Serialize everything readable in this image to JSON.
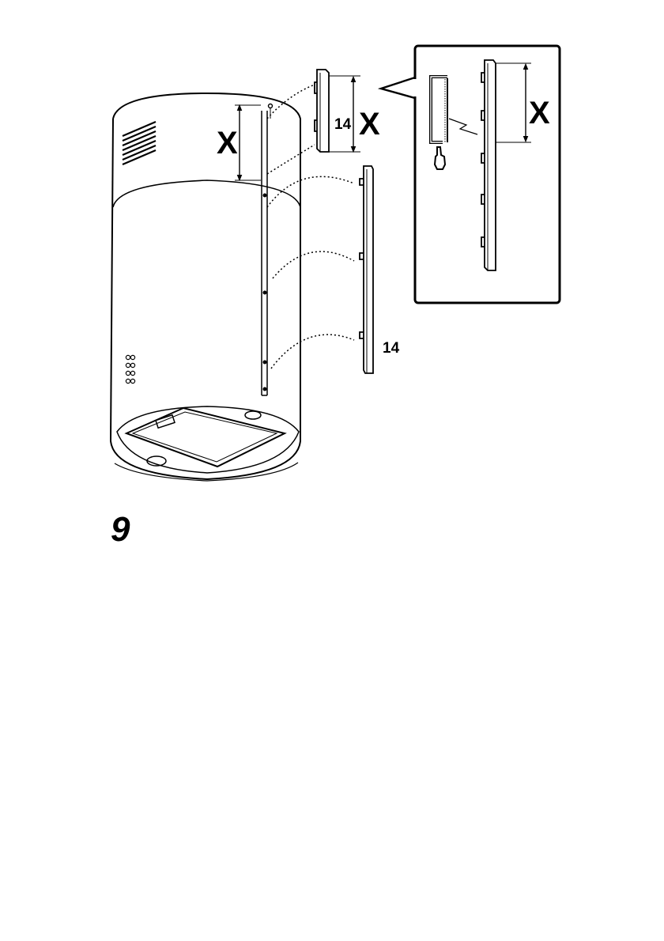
{
  "diagram": {
    "step_number": "9",
    "labels": {
      "height_x_main": "X",
      "bracket_length": "14",
      "height_x_bracket": "X",
      "height_x_detail": "X",
      "rail_length": "14"
    }
  }
}
